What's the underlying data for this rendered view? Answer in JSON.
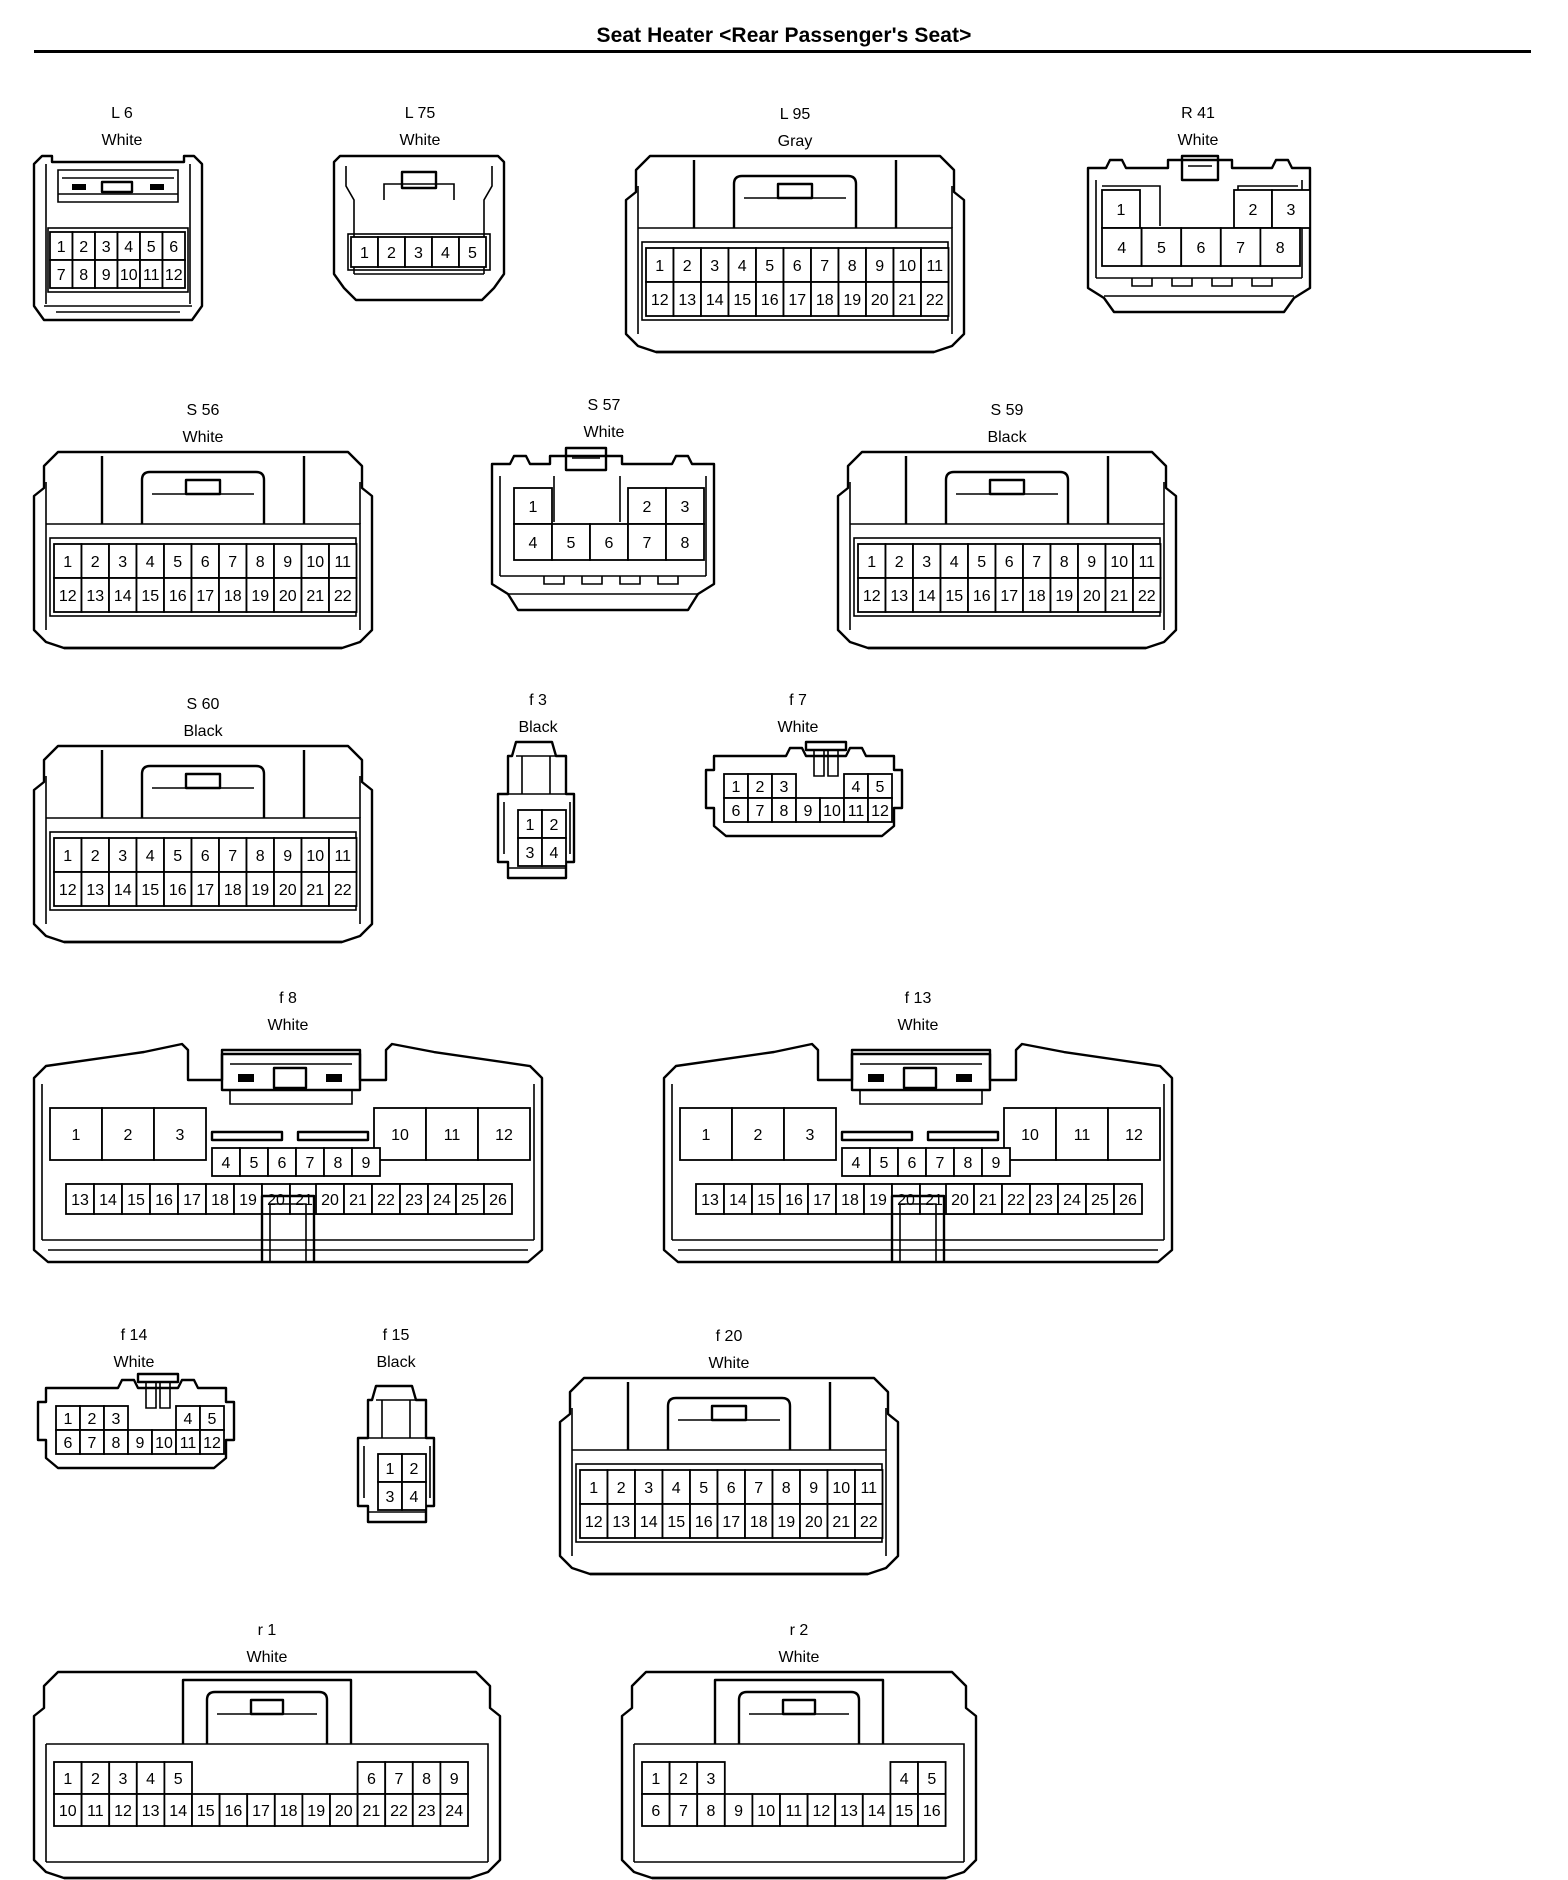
{
  "title": "Seat Heater <Rear Passenger's Seat>",
  "connectors": [
    {
      "id": "L6",
      "code": "L 6",
      "color": "White",
      "pins": [
        [
          1,
          2,
          3,
          4,
          5,
          6
        ],
        [
          7,
          8,
          9,
          10,
          11,
          12
        ]
      ]
    },
    {
      "id": "L75",
      "code": "L 75",
      "color": "White",
      "pins": [
        [
          1,
          2,
          3,
          4,
          5
        ]
      ]
    },
    {
      "id": "L95",
      "code": "L 95",
      "color": "Gray",
      "pins": [
        [
          1,
          2,
          3,
          4,
          5,
          6,
          7,
          8,
          9,
          10,
          11
        ],
        [
          12,
          13,
          14,
          15,
          16,
          17,
          18,
          19,
          20,
          21,
          22
        ]
      ]
    },
    {
      "id": "R41",
      "code": "R 41",
      "color": "White",
      "pins": [
        [
          1,
          2,
          3
        ],
        [
          4,
          5,
          6,
          7,
          8
        ]
      ]
    },
    {
      "id": "S56",
      "code": "S 56",
      "color": "White",
      "pins": [
        [
          1,
          2,
          3,
          4,
          5,
          6,
          7,
          8,
          9,
          10,
          11
        ],
        [
          12,
          13,
          14,
          15,
          16,
          17,
          18,
          19,
          20,
          21,
          22
        ]
      ]
    },
    {
      "id": "S57",
      "code": "S 57",
      "color": "White",
      "pins": [
        [
          1,
          2,
          3
        ],
        [
          4,
          5,
          6,
          7,
          8
        ]
      ]
    },
    {
      "id": "S59",
      "code": "S 59",
      "color": "Black",
      "pins": [
        [
          1,
          2,
          3,
          4,
          5,
          6,
          7,
          8,
          9,
          10,
          11
        ],
        [
          12,
          13,
          14,
          15,
          16,
          17,
          18,
          19,
          20,
          21,
          22
        ]
      ]
    },
    {
      "id": "S60",
      "code": "S 60",
      "color": "Black",
      "pins": [
        [
          1,
          2,
          3,
          4,
          5,
          6,
          7,
          8,
          9,
          10,
          11
        ],
        [
          12,
          13,
          14,
          15,
          16,
          17,
          18,
          19,
          20,
          21,
          22
        ]
      ]
    },
    {
      "id": "f3",
      "code": "f 3",
      "color": "Black",
      "pins": [
        [
          1,
          2
        ],
        [
          3,
          4
        ]
      ]
    },
    {
      "id": "f7",
      "code": "f 7",
      "color": "White",
      "pins": [
        [
          1,
          2,
          3,
          4,
          5
        ],
        [
          6,
          7,
          8,
          9,
          10,
          11,
          12
        ]
      ]
    },
    {
      "id": "f8",
      "code": "f 8",
      "color": "White",
      "pins": [
        [
          1,
          2,
          3,
          10,
          11,
          12
        ],
        [
          4,
          5,
          6,
          7,
          8,
          9
        ],
        [
          13,
          14,
          15,
          16,
          17,
          18,
          19,
          20,
          21,
          22,
          23,
          24,
          25,
          26
        ]
      ]
    },
    {
      "id": "f13",
      "code": "f 13",
      "color": "White",
      "pins": [
        [
          1,
          2,
          3,
          10,
          11,
          12
        ],
        [
          4,
          5,
          6,
          7,
          8,
          9
        ],
        [
          13,
          14,
          15,
          16,
          17,
          18,
          19,
          20,
          21,
          22,
          23,
          24,
          25,
          26
        ]
      ]
    },
    {
      "id": "f14",
      "code": "f 14",
      "color": "White",
      "pins": [
        [
          1,
          2,
          3,
          4,
          5
        ],
        [
          6,
          7,
          8,
          9,
          10,
          11,
          12
        ]
      ]
    },
    {
      "id": "f15",
      "code": "f 15",
      "color": "Black",
      "pins": [
        [
          1,
          2
        ],
        [
          3,
          4
        ]
      ]
    },
    {
      "id": "f20",
      "code": "f 20",
      "color": "White",
      "pins": [
        [
          1,
          2,
          3,
          4,
          5,
          6,
          7,
          8,
          9,
          10,
          11
        ],
        [
          12,
          13,
          14,
          15,
          16,
          17,
          18,
          19,
          20,
          21,
          22
        ]
      ]
    },
    {
      "id": "r1",
      "code": "r 1",
      "color": "White",
      "pins": [
        [
          1,
          2,
          3,
          4,
          5,
          6,
          7,
          8,
          9
        ],
        [
          10,
          11,
          12,
          13,
          14,
          15,
          16,
          17,
          18,
          19,
          20,
          21,
          22,
          23,
          24
        ]
      ]
    },
    {
      "id": "r2",
      "code": "r 2",
      "color": "White",
      "pins": [
        [
          1,
          2,
          3,
          4,
          5
        ],
        [
          6,
          7,
          8,
          9,
          10,
          11,
          12,
          13,
          14,
          15,
          16
        ]
      ]
    }
  ]
}
